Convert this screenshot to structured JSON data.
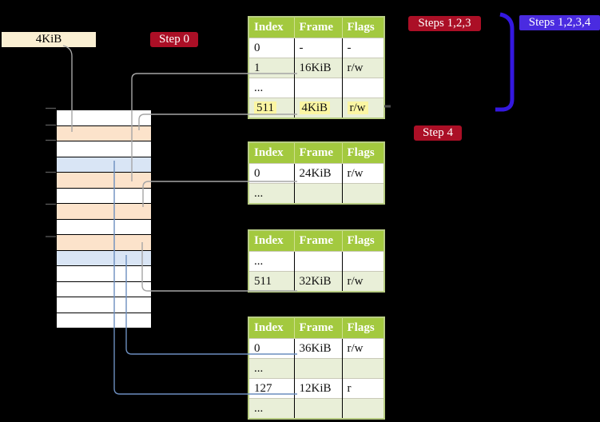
{
  "label_4kib": "4KiB",
  "badges": {
    "step0": "Step 0",
    "steps123": "Steps 1,2,3",
    "steps1234": "Steps 1,2,3,4",
    "step4": "Step 4"
  },
  "tables": [
    {
      "name": "page-table-level-4",
      "headers": [
        "Index",
        "Frame",
        "Flags"
      ],
      "rows": [
        {
          "cells": [
            "0",
            "-",
            "-"
          ],
          "highlight": false
        },
        {
          "cells": [
            "1",
            "16KiB",
            "r/w"
          ],
          "highlight": false
        },
        {
          "cells": [
            "...",
            "",
            ""
          ],
          "highlight": false
        },
        {
          "cells": [
            "511",
            "4KiB",
            "r/w"
          ],
          "highlight": true
        }
      ]
    },
    {
      "name": "page-table-level-3",
      "headers": [
        "Index",
        "Frame",
        "Flags"
      ],
      "rows": [
        {
          "cells": [
            "0",
            "24KiB",
            "r/w"
          ],
          "highlight": false
        },
        {
          "cells": [
            "...",
            "",
            ""
          ],
          "highlight": false
        }
      ]
    },
    {
      "name": "page-table-level-2",
      "headers": [
        "Index",
        "Frame",
        "Flags"
      ],
      "rows": [
        {
          "cells": [
            "...",
            "",
            ""
          ],
          "highlight": false
        },
        {
          "cells": [
            "511",
            "32KiB",
            "r/w"
          ],
          "highlight": false
        }
      ]
    },
    {
      "name": "page-table-level-1",
      "headers": [
        "Index",
        "Frame",
        "Flags"
      ],
      "rows": [
        {
          "cells": [
            "0",
            "36KiB",
            "r/w"
          ],
          "highlight": false
        },
        {
          "cells": [
            "...",
            "",
            ""
          ],
          "highlight": false
        },
        {
          "cells": [
            "127",
            "12KiB",
            "r"
          ],
          "highlight": false
        },
        {
          "cells": [
            "...",
            "",
            ""
          ],
          "highlight": false
        }
      ]
    }
  ],
  "memory": {
    "rows": [
      "white",
      "peach",
      "white",
      "blue",
      "peach",
      "white",
      "peach",
      "white",
      "peach",
      "blue",
      "white",
      "white",
      "white",
      "white"
    ]
  },
  "colors": {
    "gray": "#a6a6a6",
    "thin_blue": "#6c8ebf",
    "big_arrow": "#3418e0",
    "badge_red": "#ab0f26",
    "badge_blue": "#4a2be0",
    "label_bg": "#faefd2",
    "header_green": "#a3c93f",
    "table_border": "#b9ce84",
    "row_tint": "#e9efd8",
    "hl_yellow": "#fbf6a3",
    "peach": "#fce3cb",
    "blue_row": "#d9e5f5"
  }
}
